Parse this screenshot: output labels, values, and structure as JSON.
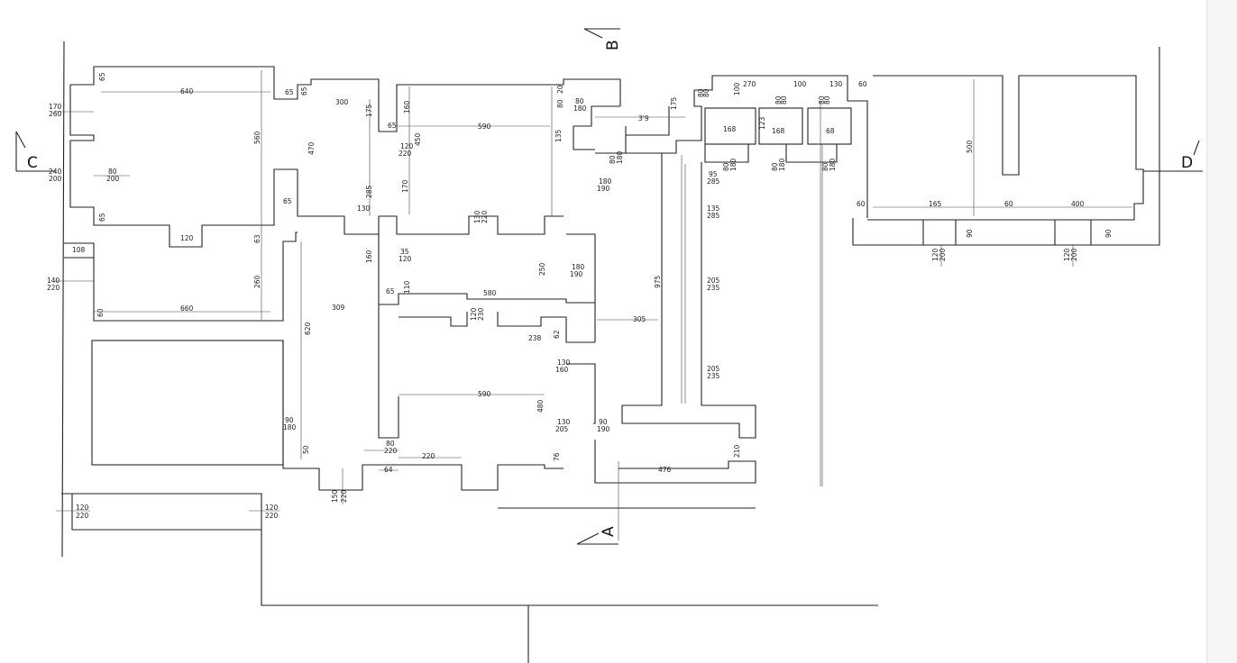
{
  "section_markers": {
    "a": "A",
    "b": "B",
    "c": "C",
    "d": "D"
  },
  "dimensions": {
    "d640": "640",
    "d65a": "65",
    "d65b": "65",
    "d65c": "65",
    "d65d": "65",
    "d65e": "65",
    "d65f": "65",
    "d65g": "65",
    "d170_260": [
      "170",
      "260"
    ],
    "d560": "560",
    "d300": "300",
    "d175a": "175",
    "d470": "470",
    "d450": "450",
    "d160a": "160",
    "d120_220a": [
      "120",
      "220"
    ],
    "d590a": "590",
    "d20": "20",
    "d80a": "80",
    "d80_180a": [
      "80",
      "180"
    ],
    "d319": "3'9",
    "d175b": "175",
    "d135": "135",
    "d240_200": [
      "240",
      "200"
    ],
    "d80_200": [
      "80",
      "200"
    ],
    "d285": "285",
    "d170": "170",
    "d130": "130",
    "d120": "120",
    "d63": "63",
    "d108": "108",
    "d140_220": [
      "140",
      "220"
    ],
    "d260": "260",
    "d660": "660",
    "d60": "60",
    "d130_220": [
      "130",
      "220"
    ],
    "d35_120": [
      "35",
      "120"
    ],
    "d160b": "160",
    "d110": "110",
    "d580": "580",
    "d250": "250",
    "d180_190a": [
      "180",
      "190"
    ],
    "d180_190b": [
      "180",
      "190"
    ],
    "d80_180b": [
      "80",
      "180"
    ],
    "d309": "309",
    "d620": "620",
    "d120_230": [
      "120",
      "230"
    ],
    "d238": "238",
    "d62": "62",
    "d130_160": [
      "130",
      "160"
    ],
    "d590b": "590",
    "d480": "480",
    "d130_205": [
      "130",
      "205"
    ],
    "d90_190": [
      "90",
      "190"
    ],
    "d90_180": [
      "90",
      "180"
    ],
    "d50": "50",
    "d80_220": [
      "80",
      "220"
    ],
    "d220": "220",
    "d64": "64",
    "d76": "76",
    "d150_220": [
      "150",
      "220"
    ],
    "d120_220b": [
      "120",
      "220"
    ],
    "d120_220c": [
      "120",
      "220"
    ],
    "d305": "305",
    "d975": "975",
    "d95_285": [
      "95",
      "285"
    ],
    "d135_285": [
      "135",
      "285"
    ],
    "d205_235a": [
      "205",
      "235"
    ],
    "d205_235b": [
      "205",
      "235"
    ],
    "d476": "476",
    "d210": "210",
    "d270": "270",
    "d100a": "100",
    "d100b": "100",
    "d130b": "130",
    "d60b": "60",
    "d168a": "168",
    "d123": "123",
    "d168b": "168",
    "d68": "68",
    "d80_80a": [
      "80",
      "80"
    ],
    "d80_80b": [
      "80",
      "80"
    ],
    "d80_180c": [
      "80",
      "180"
    ],
    "d80_180d": [
      "80",
      "180"
    ],
    "d80_180e": [
      "80",
      "180"
    ],
    "d80_80c": [
      "80",
      "80"
    ],
    "d500": "500",
    "d60c": "60",
    "d165": "165",
    "d60d": "60",
    "d400": "400",
    "d90a": "90",
    "d90b": "90",
    "d120_200a": [
      "120",
      "200"
    ],
    "d120_200b": [
      "120",
      "200"
    ]
  }
}
